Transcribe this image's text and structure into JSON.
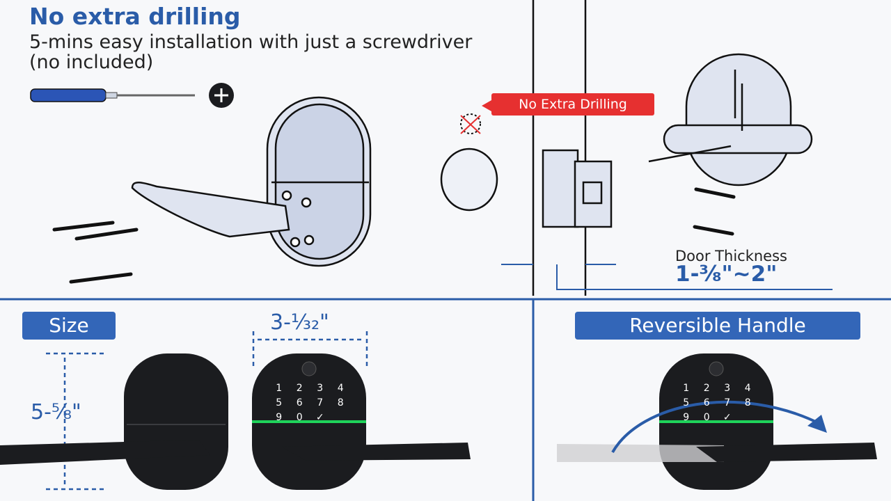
{
  "header": {
    "title": "No extra drilling",
    "subtitle": "5-mins easy installation with just a screwdriver (no included)"
  },
  "callout": {
    "no_drill_label": "No Extra Drilling"
  },
  "door": {
    "thickness_label": "Door Thickness",
    "thickness_value": "1-⅜\"~2\""
  },
  "size_panel": {
    "label": "Size",
    "width_value": "3-¹⁄₃₂\"",
    "height_value": "5-⅝\""
  },
  "reverse_panel": {
    "label": "Reversible Handle"
  },
  "keypad": {
    "keys": [
      "1",
      "2",
      "3",
      "4",
      "5",
      "6",
      "7",
      "8",
      "9",
      "0",
      "✓"
    ]
  },
  "colors": {
    "brand_blue": "#3366b8",
    "alert_red": "#e63030",
    "status_green": "#1fd35a",
    "lock_black": "#1b1c1f"
  }
}
